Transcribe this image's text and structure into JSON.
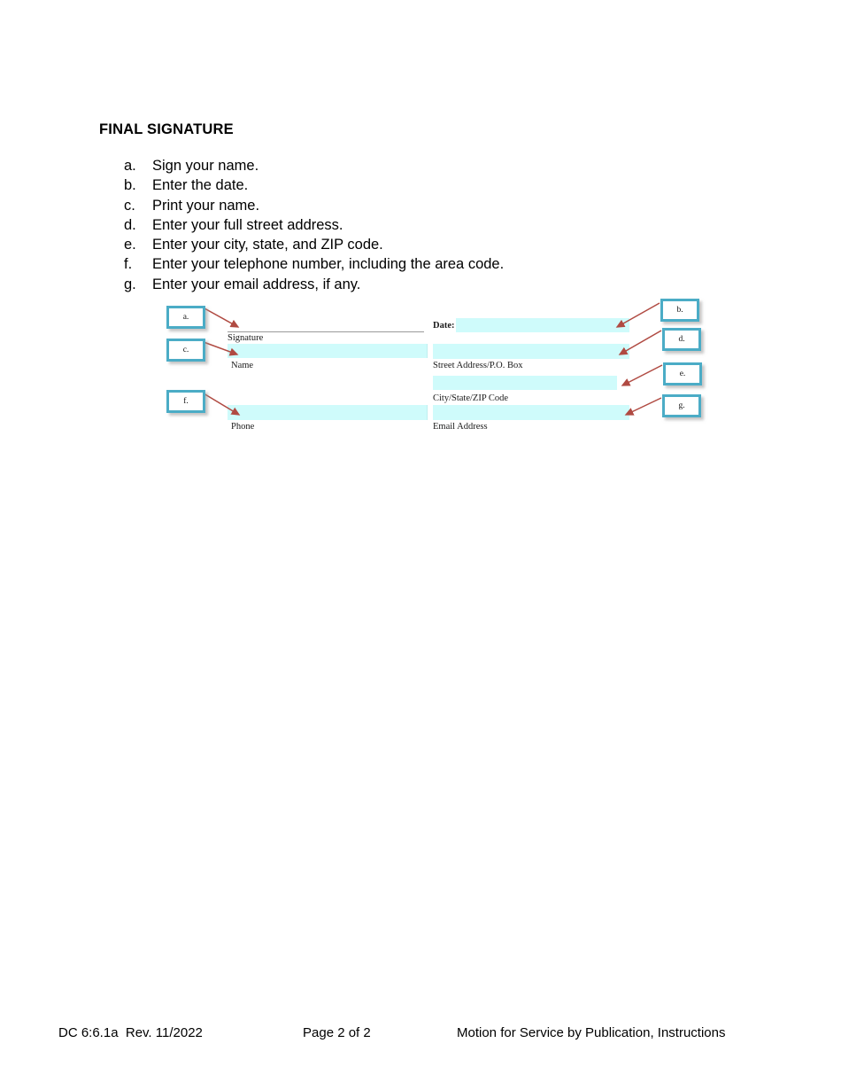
{
  "document": {
    "heading": "FINAL SIGNATURE"
  },
  "instructions": [
    {
      "marker": "a.",
      "text": "Sign your name."
    },
    {
      "marker": "b.",
      "text": "Enter the date."
    },
    {
      "marker": "c.",
      "text": "Print your name."
    },
    {
      "marker": "d.",
      "text": "Enter your full street address."
    },
    {
      "marker": "e.",
      "text": "Enter your city, state, and ZIP code."
    },
    {
      "marker": "f.",
      "text": "Enter your telephone number, including the area code."
    },
    {
      "marker": "g.",
      "text": "Enter your email address, if any."
    }
  ],
  "form_diagram": {
    "callouts": [
      {
        "id": "a",
        "label": "a."
      },
      {
        "id": "b",
        "label": "b."
      },
      {
        "id": "c",
        "label": "c."
      },
      {
        "id": "d",
        "label": "d."
      },
      {
        "id": "e",
        "label": "e."
      },
      {
        "id": "f",
        "label": "f."
      },
      {
        "id": "g",
        "label": "g."
      }
    ],
    "fields": [
      {
        "id": "signature",
        "label": "Signature"
      },
      {
        "id": "date",
        "label": "Date:"
      },
      {
        "id": "name",
        "label": "Name"
      },
      {
        "id": "street-address",
        "label": "Street Address/P.O. Box"
      },
      {
        "id": "city-state-zip",
        "label": "City/State/ZIP Code"
      },
      {
        "id": "phone",
        "label": "Phone"
      },
      {
        "id": "email-address",
        "label": "Email Address"
      }
    ],
    "colors": {
      "callout_border": "#4BACC6",
      "field_fill": "#CFFBFB",
      "arrow": "#B04A42",
      "signature_rule": "#9A9A9A"
    }
  },
  "footer": {
    "doc_id": "DC 6:6.1a  Rev. 11/2022",
    "page": "Page 2 of 2",
    "title": "Motion for Service by Publication, Instructions"
  }
}
